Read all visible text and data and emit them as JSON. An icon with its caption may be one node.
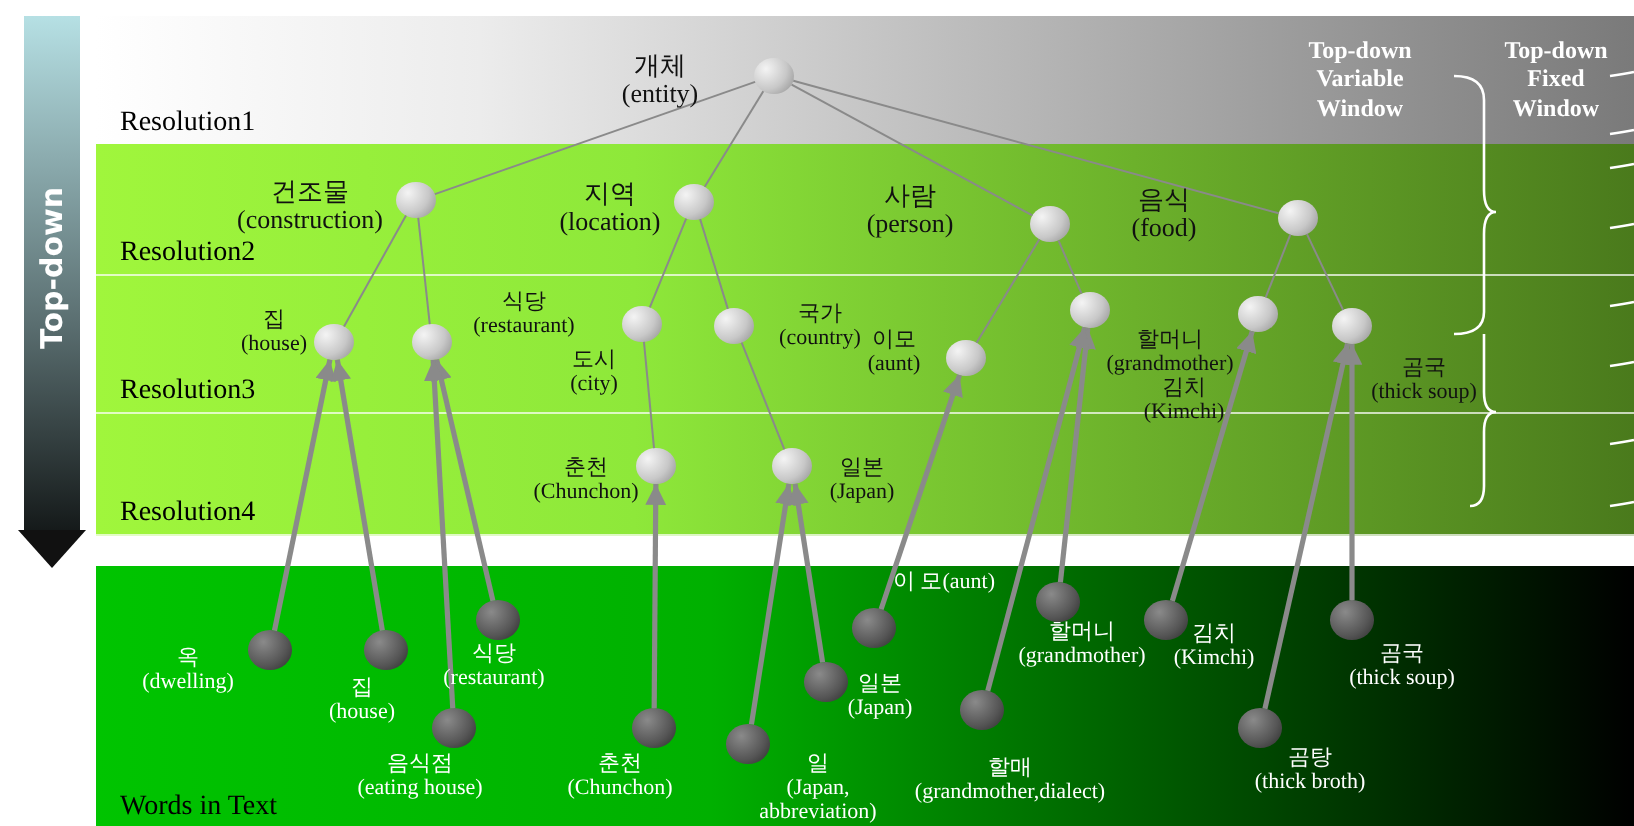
{
  "diagram": {
    "nodes": [
      {
        "text": [
          "Resolution1"
        ]
      },
      {
        "text": [
          "Resolution2"
        ]
      },
      {
        "text": [
          "Resolution3"
        ]
      },
      {
        "text": [
          "Resolution4"
        ]
      },
      {
        "text": [
          "Words in Text"
        ]
      },
      {
        "text": [],
        "shape": "circle",
        "in": 0,
        "beside": [
          "개체 (entity)"
        ]
      },
      {
        "text": [],
        "shape": "circle",
        "in": 1,
        "beside": [
          "건조물 (construction)"
        ]
      },
      {
        "text": [],
        "shape": "circle",
        "in": 1,
        "beside": [
          "지역 (location)"
        ]
      },
      {
        "text": [],
        "shape": "circle",
        "in": 1,
        "beside": [
          "사람 (person)"
        ]
      },
      {
        "text": [],
        "shape": "circle",
        "in": 1,
        "beside": [
          "음식 (food)"
        ]
      },
      {
        "text": [],
        "shape": "circle",
        "in": 2,
        "beside": [
          "집 (house)"
        ]
      },
      {
        "text": [],
        "shape": "circle",
        "in": 2,
        "beside": [
          "식당 (restaurant)"
        ]
      },
      {
        "text": [],
        "shape": "circle",
        "in": 2,
        "beside": [
          "도시 (city)"
        ]
      },
      {
        "text": [],
        "shape": "circle",
        "in": 2,
        "beside": [
          "국가 (country)"
        ]
      },
      {
        "text": [],
        "shape": "circle",
        "in": 2,
        "beside": [
          "이모 (aunt)"
        ]
      },
      {
        "text": [],
        "shape": "circle",
        "in": 2,
        "beside": [
          "할머니 (grandmother)"
        ]
      },
      {
        "text": [],
        "shape": "circle",
        "in": 2,
        "beside": [
          "김치 (Kimchi)"
        ]
      },
      {
        "text": [],
        "shape": "circle",
        "in": 2,
        "beside": [
          "곰국 (thick soup)"
        ]
      },
      {
        "text": [],
        "shape": "circle",
        "in": 3,
        "beside": [
          "춘천 (Chunchon)"
        ]
      },
      {
        "text": [],
        "shape": "circle",
        "in": 3,
        "beside": [
          "일본 (Japan)"
        ]
      },
      {
        "text": [],
        "shape": "circle",
        "in": 4,
        "beside": [
          "옥 (dwelling)"
        ]
      },
      {
        "text": [],
        "shape": "circle",
        "in": 4,
        "beside": [
          "집 (house)"
        ]
      },
      {
        "text": [],
        "shape": "circle",
        "in": 4,
        "beside": [
          "식당 (restaurant)"
        ]
      },
      {
        "text": [],
        "shape": "circle",
        "in": 4,
        "beside": [
          "음식점 (eating house)"
        ]
      },
      {
        "text": [],
        "shape": "circle",
        "in": 4,
        "beside": [
          "춘천 (Chunchon)"
        ]
      },
      {
        "text": [],
        "shape": "circle",
        "in": 4,
        "beside": [
          "일 (Japan, abbreviation)"
        ]
      },
      {
        "text": [],
        "shape": "circle",
        "in": 4,
        "beside": [
          "일본 (Japan)"
        ]
      },
      {
        "text": [],
        "shape": "circle",
        "in": 4,
        "beside": [
          "이 모(aunt)"
        ]
      },
      {
        "text": [],
        "shape": "circle",
        "in": 4,
        "beside": [
          "할머니 (grandmother)"
        ]
      },
      {
        "text": [],
        "shape": "circle",
        "in": 4,
        "beside": [
          "할매 (grandmother,dialect)"
        ]
      },
      {
        "text": [],
        "shape": "circle",
        "in": 4,
        "beside": [
          "김치 (Kimchi)"
        ]
      },
      {
        "text": [],
        "shape": "circle",
        "in": 4,
        "beside": [
          "곰탕 (thick broth)"
        ]
      },
      {
        "text": [],
        "shape": "circle",
        "in": 4,
        "beside": [
          "곰국 (thick soup)"
        ]
      }
    ],
    "edges": [
      {
        "from": 5,
        "to": 6,
        "arrow": "none"
      },
      {
        "from": 5,
        "to": 7,
        "arrow": "none"
      },
      {
        "from": 5,
        "to": 8,
        "arrow": "none"
      },
      {
        "from": 5,
        "to": 9,
        "arrow": "none"
      },
      {
        "from": 6,
        "to": 10,
        "arrow": "none"
      },
      {
        "from": 6,
        "to": 11,
        "arrow": "none"
      },
      {
        "from": 7,
        "to": 12,
        "arrow": "none"
      },
      {
        "from": 7,
        "to": 13,
        "arrow": "none"
      },
      {
        "from": 8,
        "to": 14,
        "arrow": "none"
      },
      {
        "from": 8,
        "to": 15,
        "arrow": "none"
      },
      {
        "from": 9,
        "to": 16,
        "arrow": "none"
      },
      {
        "from": 9,
        "to": 17,
        "arrow": "none"
      },
      {
        "from": 12,
        "to": 18,
        "arrow": "none"
      },
      {
        "from": 13,
        "to": 19,
        "arrow": "none"
      },
      {
        "from": 20,
        "to": 10,
        "arrow": "to",
        "style": "thick"
      },
      {
        "from": 21,
        "to": 10,
        "arrow": "to",
        "style": "thick"
      },
      {
        "from": 22,
        "to": 11,
        "arrow": "to",
        "style": "thick"
      },
      {
        "from": 23,
        "to": 11,
        "arrow": "to",
        "style": "thick"
      },
      {
        "from": 24,
        "to": 18,
        "arrow": "to",
        "style": "thick"
      },
      {
        "from": 25,
        "to": 19,
        "arrow": "to",
        "style": "thick"
      },
      {
        "from": 26,
        "to": 19,
        "arrow": "to",
        "style": "thick"
      },
      {
        "from": 27,
        "to": 14,
        "arrow": "to",
        "style": "thick"
      },
      {
        "from": 28,
        "to": 15,
        "arrow": "to",
        "style": "thick"
      },
      {
        "from": 29,
        "to": 15,
        "arrow": "to",
        "style": "thick"
      },
      {
        "from": 30,
        "to": 16,
        "arrow": "to",
        "style": "thick"
      },
      {
        "from": 31,
        "to": 17,
        "arrow": "to",
        "style": "thick"
      },
      {
        "from": 32,
        "to": 17,
        "arrow": "to",
        "style": "thick"
      }
    ],
    "labels": [
      "Top-down",
      "Top-down Variable Window",
      "Top-down Fixed Window"
    ]
  }
}
